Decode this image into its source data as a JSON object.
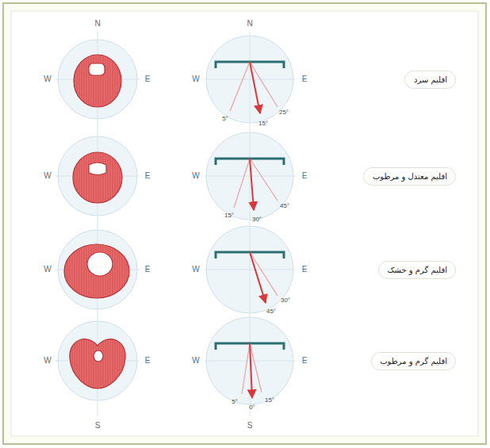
{
  "diagram": {
    "nodes": [
      {
        "text": [
          "اقلیم سرد"
        ]
      },
      {
        "text": [
          "اقلیم معتدل و مرطوب"
        ]
      },
      {
        "text": [
          "اقلیم گرم و خشک"
        ]
      },
      {
        "text": [
          "اقلیم گرم و مرطوب"
        ]
      }
    ],
    "labels": [
      "N",
      "N",
      "W",
      "E",
      "W",
      "E",
      "5°",
      "15°",
      "25°",
      "W",
      "E",
      "W",
      "E",
      "15°",
      "30°",
      "45°",
      "W",
      "E",
      "W",
      "E",
      "45°",
      "30°",
      "W",
      "E",
      "W",
      "E",
      "5°",
      "0°",
      "15°",
      "S",
      "S"
    ]
  }
}
